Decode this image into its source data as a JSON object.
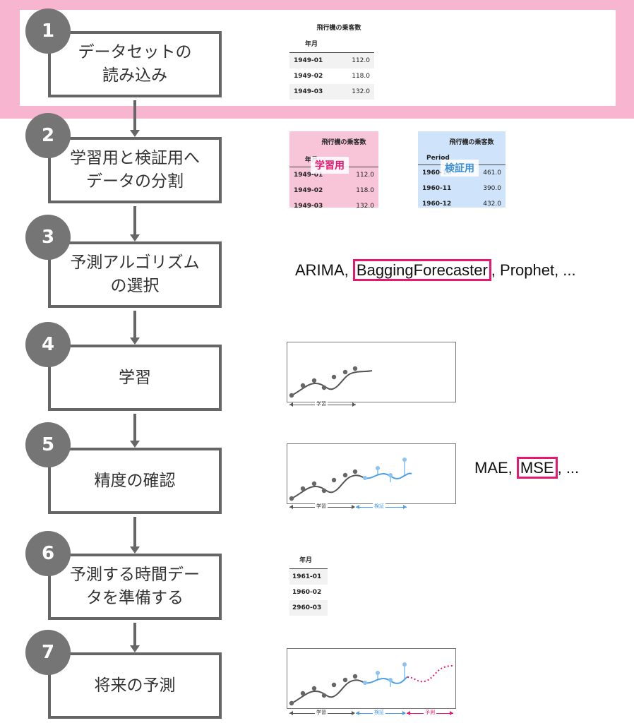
{
  "steps": [
    {
      "num": "1",
      "label": "データセットの\n読み込み"
    },
    {
      "num": "2",
      "label": "学習用と検証用へ\nデータの分割"
    },
    {
      "num": "3",
      "label": "予測アルゴリズム\nの選択"
    },
    {
      "num": "4",
      "label": "学習"
    },
    {
      "num": "5",
      "label": "精度の確認"
    },
    {
      "num": "6",
      "label": "予測する時間デー\nタを準備する"
    },
    {
      "num": "7",
      "label": "将来の予測"
    }
  ],
  "step1_table": {
    "title": "飛行機の乗客数",
    "header": "年月",
    "rows": [
      {
        "date": "1949-01",
        "value": "112.0"
      },
      {
        "date": "1949-02",
        "value": "118.0"
      },
      {
        "date": "1949-03",
        "value": "132.0"
      }
    ]
  },
  "step2_train": {
    "title": "飛行機の乗客数",
    "header": "年月",
    "stamp": "学習用",
    "rows": [
      {
        "date": "1949-01",
        "value": "112.0"
      },
      {
        "date": "1949-02",
        "value": "118.0"
      },
      {
        "date": "1949-03",
        "value": "132.0"
      }
    ]
  },
  "step2_test": {
    "title": "飛行機の乗客数",
    "header": "Period",
    "stamp": "検証用",
    "rows": [
      {
        "date": "1960-10",
        "value": "461.0"
      },
      {
        "date": "1960-11",
        "value": "390.0"
      },
      {
        "date": "1960-12",
        "value": "432.0"
      }
    ]
  },
  "step3_text": {
    "pre": "ARIMA, ",
    "highlight": "BaggingForecaster",
    "post": ", Prophet, ..."
  },
  "step5_text": {
    "pre": "MAE, ",
    "highlight": "MSE",
    "post": ", ..."
  },
  "step6_table": {
    "header": "年月",
    "rows": [
      "1961-01",
      "1960-02",
      "2960-03"
    ]
  },
  "plot_labels": {
    "train": "学習",
    "test": "検証",
    "forecast": "予測"
  },
  "colors": {
    "train": "#555555",
    "test": "#4a9fe8",
    "forecast": "#e6186f",
    "highlight": "#e6186f",
    "pink_band": "#f7b5cf"
  }
}
